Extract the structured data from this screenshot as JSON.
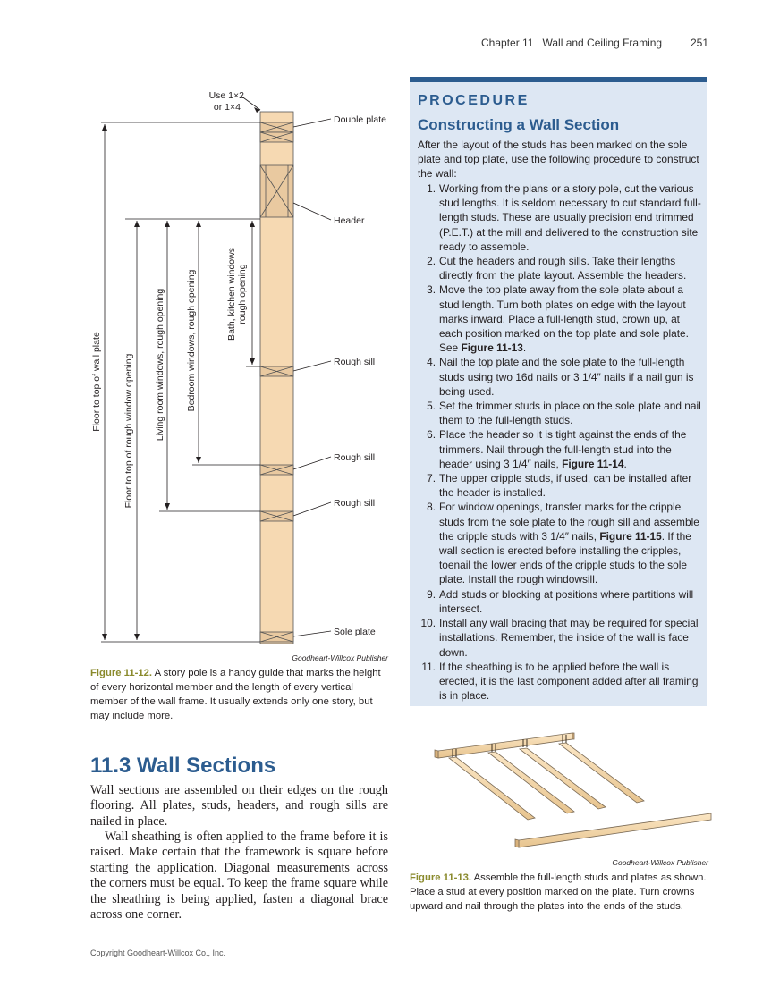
{
  "header": {
    "chapter": "Chapter 11",
    "chapter_title": "Wall and Ceiling Framing",
    "page": "251"
  },
  "fig12": {
    "labels": {
      "use": "Use 1×2",
      "or": "or 1×4",
      "double_plate": "Double plate",
      "header": "Header",
      "rough_sill_1": "Rough sill",
      "rough_sill_2": "Rough sill",
      "rough_sill_3": "Rough sill",
      "sole_plate": "Sole plate",
      "dim_floor_top": "Floor to top of wall plate",
      "dim_floor_rough": "Floor to top of rough window opening",
      "dim_living": "Living room windows, rough opening",
      "dim_bedroom": "Bedroom windows, rough opening",
      "dim_bath_1": "Bath, kitchen windows",
      "dim_bath_2": "rough opening"
    },
    "credit": "Goodheart-Willcox Publisher",
    "caption_label": "Figure 11-12.",
    "caption_text": " A story pole is a handy guide that marks the height of every horizontal member and the length of every vertical member of the wall frame. It usually extends only one story, but may include more."
  },
  "procedure": {
    "kicker": "PROCEDURE",
    "title": "Constructing a Wall Section",
    "intro": "After the layout of the studs has been marked on the sole plate and top plate, use the following procedure to construct the wall:",
    "steps": [
      {
        "n": "1.",
        "text": "Working from the plans or a story pole, cut the various stud lengths. It is seldom necessary to cut standard full-length studs. These are usually precision end trimmed (P.E.T.) at the mill and delivered to the construction site ready to assemble."
      },
      {
        "n": "2.",
        "text": "Cut the headers and rough sills. Take their lengths directly from the plate layout. Assemble the headers."
      },
      {
        "n": "3.",
        "text": "Move the top plate away from the sole plate about a stud length. Turn both plates on edge with the layout marks inward. Place a full-length stud, crown up, at each position marked on the top plate and sole plate. See ",
        "ref": "Figure 11-13",
        "after": "."
      },
      {
        "n": "4.",
        "text": "Nail the top plate and the sole plate to the full-length studs using two 16d nails or 3 1/4″ nails if a nail gun is being used."
      },
      {
        "n": "5.",
        "text": "Set the trimmer studs in place on the sole plate and nail them to the full-length studs."
      },
      {
        "n": "6.",
        "text": "Place the header so it is tight against the ends of the trimmers. Nail through the full-length stud into the header using 3 1/4″ nails, ",
        "ref": "Figure 11-14",
        "after": "."
      },
      {
        "n": "7.",
        "text": "The upper cripple studs, if used, can be installed after the header is installed."
      },
      {
        "n": "8.",
        "text": "For window openings, transfer marks for the cripple studs from the sole plate to the rough sill and assemble the cripple studs with 3 1/4″ nails, ",
        "ref": "Figure 11-15",
        "after": ". If the wall section is erected before installing the cripples, toenail the lower ends of the cripple studs to the sole plate. Install the rough windowsill."
      },
      {
        "n": "9.",
        "text": "Add studs or blocking at positions where partitions will intersect."
      },
      {
        "n": "10.",
        "text": "Install any wall bracing that may be required for special installations. Remember, the inside of the wall is face down."
      },
      {
        "n": "11.",
        "text": "If the sheathing is to be applied before the wall is erected, it is the last component added after all framing is in place."
      }
    ]
  },
  "section": {
    "heading": "11.3 Wall Sections",
    "p1": "Wall sections are assembled on their edges on the rough flooring. All plates, studs, headers, and rough sills are nailed in place.",
    "p2": "Wall sheathing is often applied to the frame before it is raised. Make certain that the framework is square before starting the application. Diagonal measurements across the corners must be equal. To keep the frame square while the sheathing is being applied, fasten a diagonal brace across one corner."
  },
  "fig13": {
    "credit": "Goodheart-Willcox Publisher",
    "caption_label": "Figure 11-13.",
    "caption_text": " Assemble the full-length studs and plates as shown. Place a stud at every position marked on the plate. Turn crowns upward and nail through the plates into the ends of the studs."
  },
  "footer": {
    "copyright": "Copyright Goodheart-Willcox Co., Inc."
  }
}
